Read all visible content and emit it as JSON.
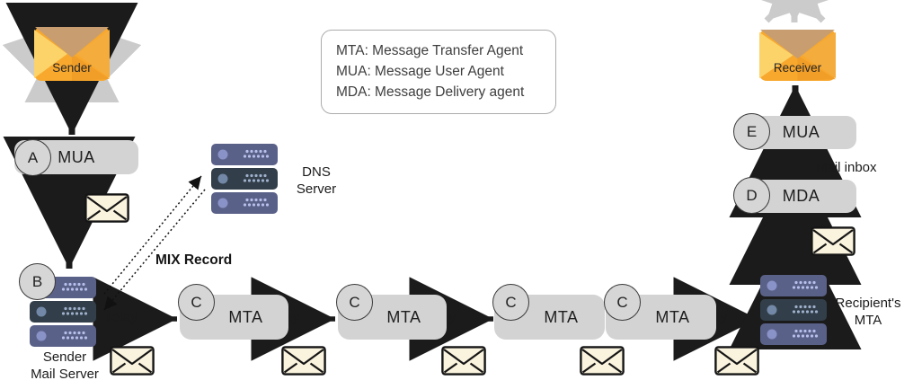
{
  "diagram": {
    "legend": {
      "lines": [
        "MTA: Message Transfer Agent",
        "MUA: Message User Agent",
        "MDA: Message Delivery agent"
      ]
    },
    "sender": {
      "label": "Sender"
    },
    "receiver": {
      "label": "Receiver"
    },
    "mua_a": {
      "badge": "A",
      "label": "MUA"
    },
    "sender_server": {
      "badge": "B",
      "name_line1": "Sender",
      "name_line2": "Mail Server"
    },
    "dns_server": {
      "name_line1": "DNS",
      "name_line2": "Server"
    },
    "mix_record_label": "MIX Record",
    "relays": [
      "relay",
      "relay",
      "relay",
      "relay"
    ],
    "mta_chain": [
      {
        "badge": "C",
        "label": "MTA"
      },
      {
        "badge": "C",
        "label": "MTA"
      },
      {
        "badge": "C",
        "label": "MTA"
      },
      {
        "badge": "C",
        "label": "MTA"
      }
    ],
    "recipient_mta": {
      "name_line1": "Recipient's",
      "name_line2": "MTA"
    },
    "mda": {
      "badge": "D",
      "label": "MDA"
    },
    "mua_e": {
      "badge": "E",
      "label": "MUA"
    },
    "mail_inbox_label": "Mail inbox"
  },
  "colors": {
    "envelope_orange": "#F8A82D",
    "envelope_flap_tan": "#C89E70",
    "envelope_wedge_yellow": "#FBD369",
    "pill_gray": "#D3D3D3",
    "server_blue": "#5A6189",
    "server_dark": "#323E49",
    "outline_envelope_cream": "#FAF3DE",
    "arrow_black": "#1B1B1B",
    "arrow_gray": "#CBCBCB"
  }
}
